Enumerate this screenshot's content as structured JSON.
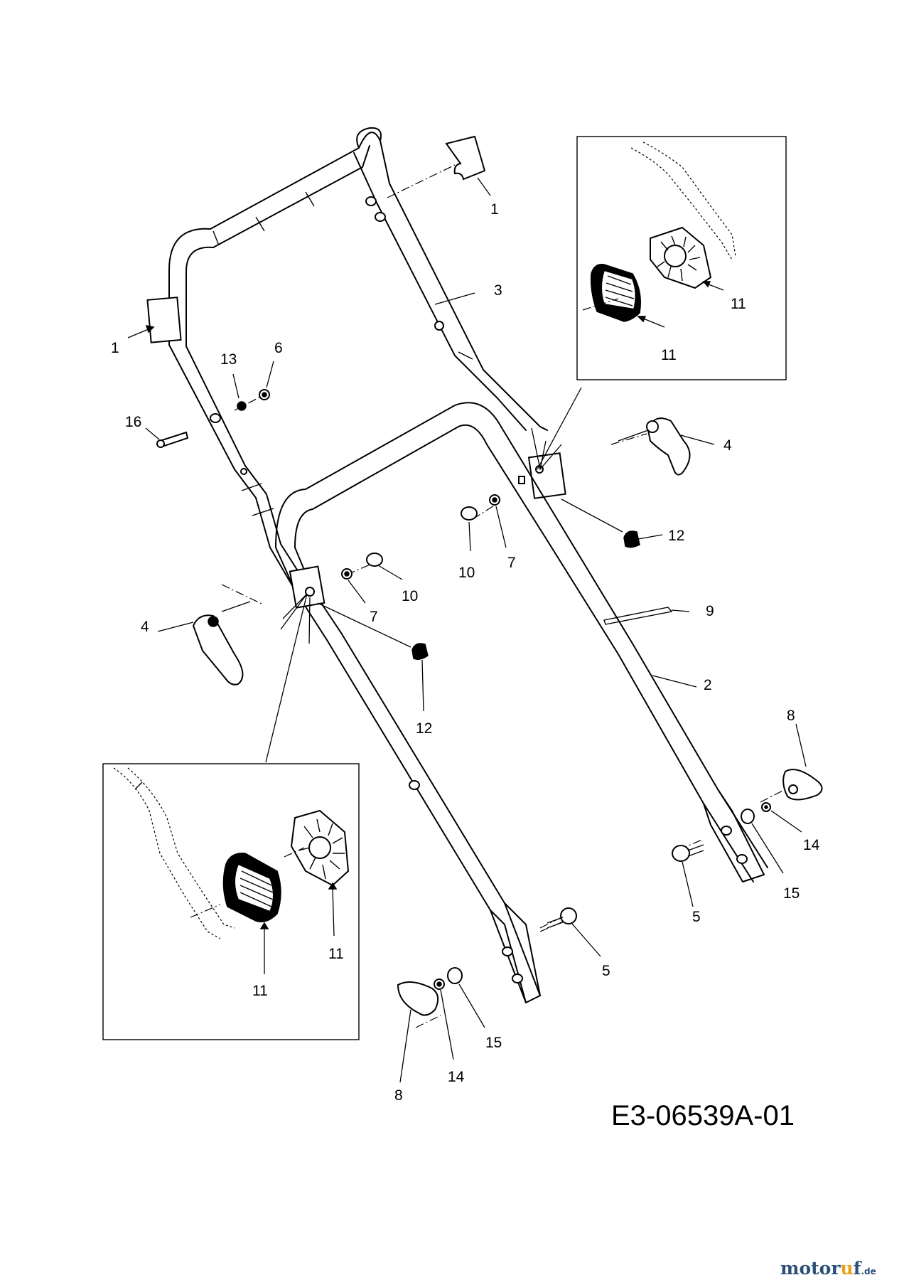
{
  "drawing_number": "E3-06539A-01",
  "brand": {
    "main": "motor",
    "accent": "u",
    "tail": "f",
    "suffix": ".de"
  },
  "callouts": {
    "c1_top": "1",
    "c1_left": "1",
    "c2": "2",
    "c3": "3",
    "c4_right": "4",
    "c4_left": "4",
    "c5_right": "5",
    "c5_center": "5",
    "c6": "6",
    "c7_right": "7",
    "c7_left": "7",
    "c8_right": "8",
    "c8_left": "8",
    "c9": "9",
    "c10_right": "10",
    "c10_left": "10",
    "c11_topinset_a": "11",
    "c11_topinset_b": "11",
    "c11_botinset_a": "11",
    "c11_botinset_b": "11",
    "c12_right": "12",
    "c12_left": "12",
    "c13": "13",
    "c14_right": "14",
    "c14_left": "14",
    "c15_right": "15",
    "c15_left": "15",
    "c16": "16"
  }
}
